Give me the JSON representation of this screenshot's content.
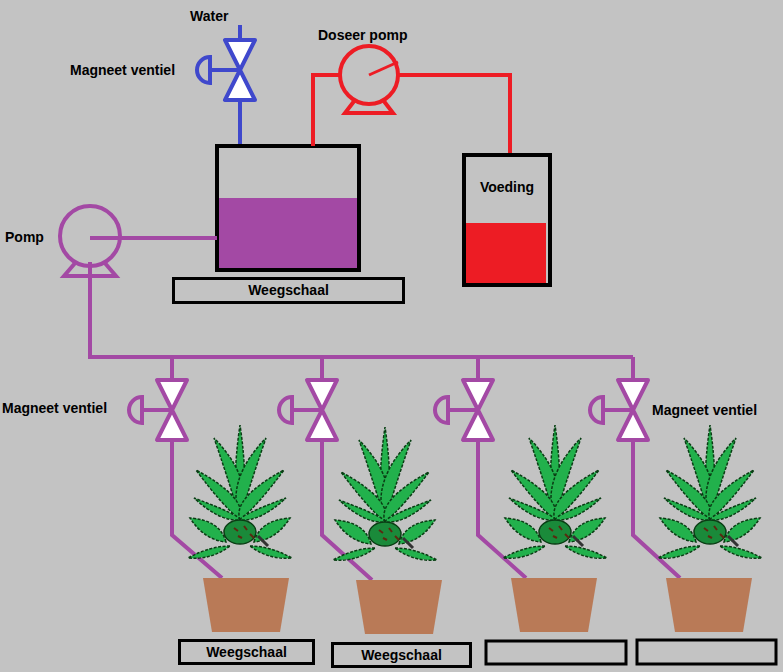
{
  "diagram": {
    "nodes": [
      {
        "text": [
          "Voeding"
        ]
      },
      {
        "text": [
          "Weegschaal"
        ]
      },
      {
        "text": [
          "Weegschaal"
        ]
      },
      {
        "text": [
          "Weegschaal"
        ]
      }
    ],
    "labels": [
      "Water",
      "Doseer pomp",
      "Magneet ventiel",
      "Pomp",
      "Magneet ventiel",
      "Magneet ventiel"
    ]
  }
}
